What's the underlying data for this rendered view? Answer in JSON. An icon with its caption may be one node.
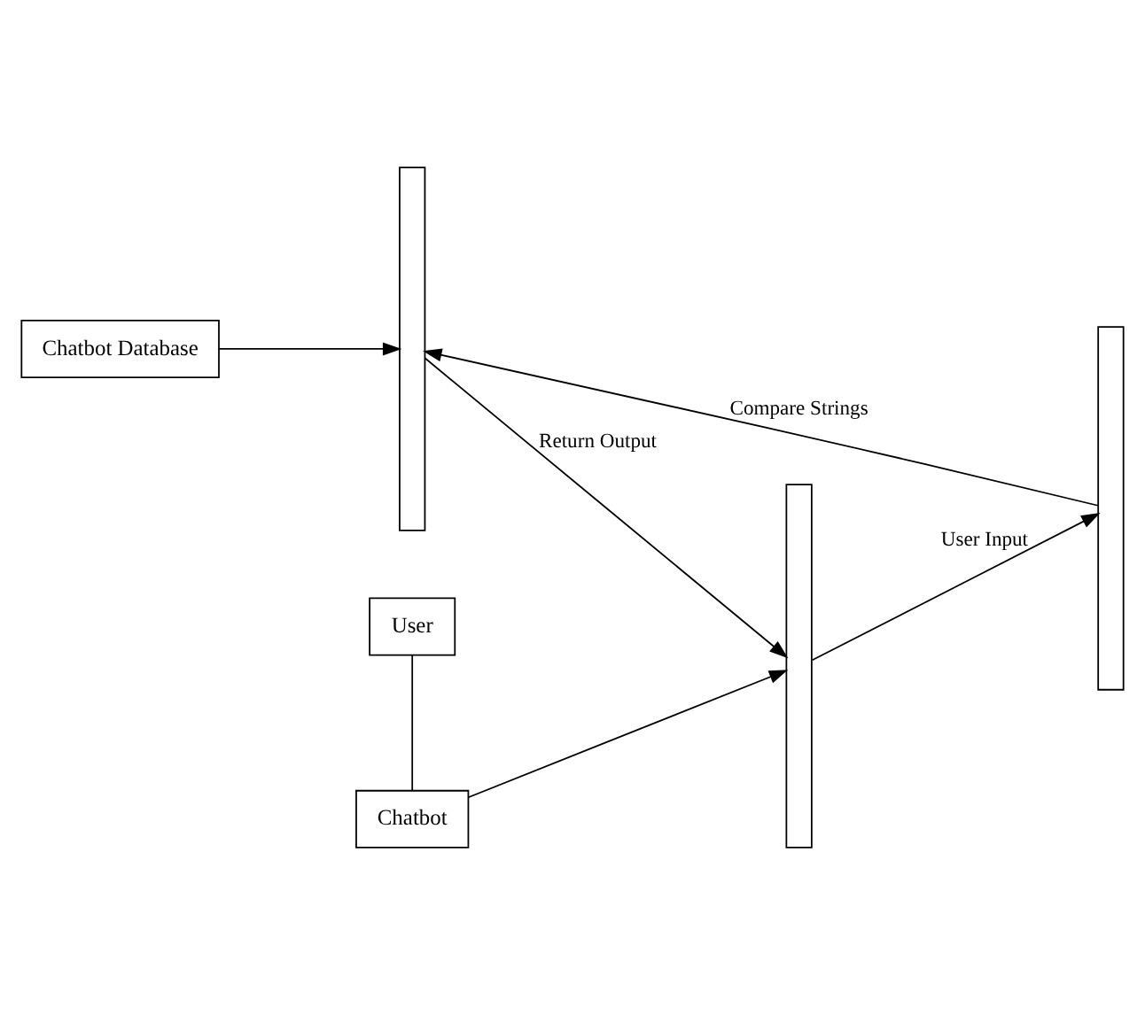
{
  "diagram": {
    "nodes": [
      {
        "text": [
          "Chatbot Database"
        ]
      },
      {
        "text": [
          "User"
        ]
      },
      {
        "text": [
          "Chatbot"
        ]
      },
      {
        "text": [],
        "shape": "bar"
      },
      {
        "text": [],
        "shape": "bar"
      },
      {
        "text": [],
        "shape": "bar"
      }
    ],
    "edges": [
      {
        "from": 0,
        "to": 5,
        "arrow": "to"
      },
      {
        "from": 1,
        "to": 2,
        "arrow": "none"
      },
      {
        "from": 2,
        "to": 3,
        "arrow": "to"
      },
      {
        "from": 3,
        "to": 4,
        "arrow": "to",
        "label": "User Input"
      },
      {
        "from": 4,
        "to": 5,
        "arrow": "to",
        "label": "Compare Strings"
      },
      {
        "from": 5,
        "to": 3,
        "arrow": "to",
        "label": "Return Output"
      }
    ]
  }
}
